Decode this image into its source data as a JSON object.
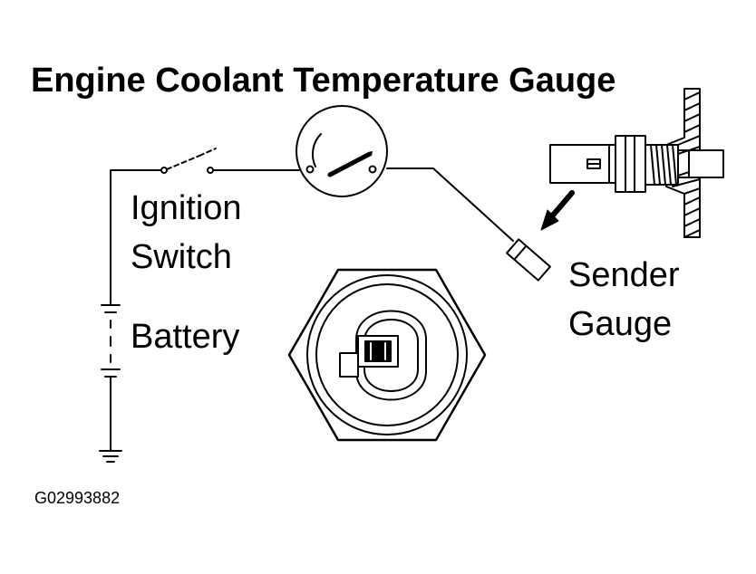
{
  "title": "Engine Coolant Temperature Gauge",
  "labels": {
    "ignition_line1": "Ignition",
    "ignition_line2": "Switch",
    "battery": "Battery",
    "sender_line1": "Sender",
    "sender_line2": "Gauge"
  },
  "figure_code": "G02993882"
}
